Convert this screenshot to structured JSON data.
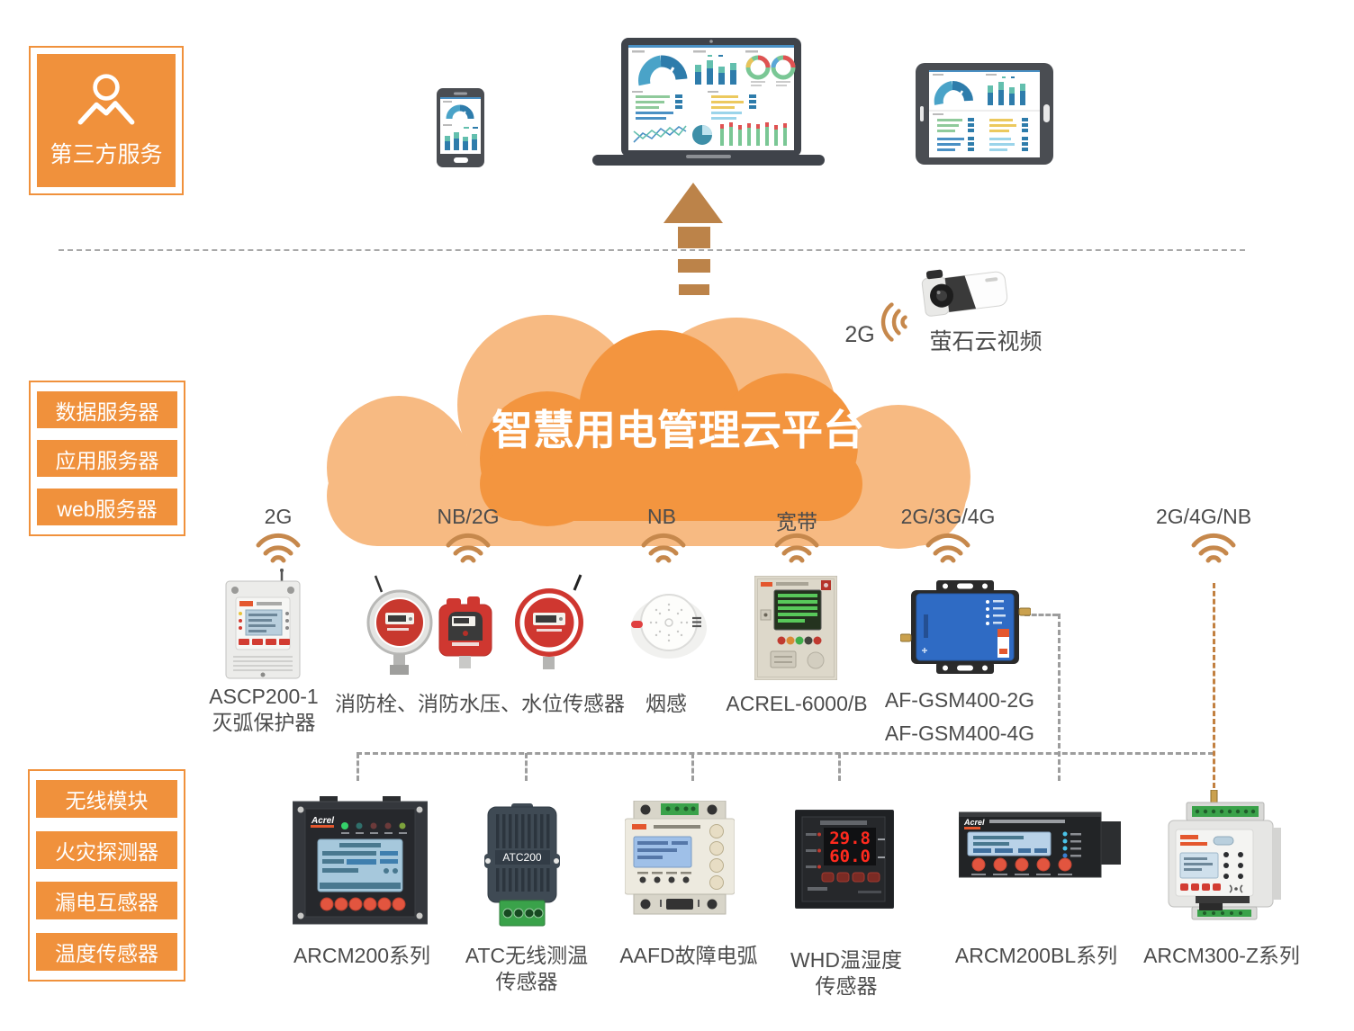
{
  "colors": {
    "accent": "#f0913c",
    "cloud_light": "#f7ba82",
    "cloud_dark": "#f3953f",
    "arrow_tan": "#bc8349",
    "wifi_tan": "#c6884c",
    "dash_gray": "#9d9d9d",
    "dash_orange": "#c28040",
    "text": "#4c4c4c"
  },
  "third_party": {
    "label": "第三方服务"
  },
  "servers": {
    "items": [
      "数据服务器",
      "应用服务器",
      "web服务器"
    ]
  },
  "cloud": {
    "title": "智慧用电管理云平台"
  },
  "camera": {
    "signal": "2G",
    "label": "萤石云视频"
  },
  "uplink_columns": [
    {
      "signal": "2G",
      "labels": [
        "ASCP200-1",
        "灭弧保护器"
      ]
    },
    {
      "signal": "NB/2G",
      "labels": [
        "消防栓、消防水压、水位传感器"
      ]
    },
    {
      "signal": "NB",
      "labels": [
        "烟感"
      ]
    },
    {
      "signal": "宽带",
      "labels": [
        "ACREL-6000/B"
      ]
    },
    {
      "signal": "2G/3G/4G",
      "labels": [
        "AF-GSM400-2G",
        "AF-GSM400-4G"
      ]
    },
    {
      "signal": "2G/4G/NB",
      "labels": []
    }
  ],
  "device_groups": {
    "items": [
      "无线模块",
      "火灾探测器",
      "漏电互感器",
      "温度传感器"
    ]
  },
  "field_devices": [
    {
      "labels": [
        "ARCM200系列"
      ]
    },
    {
      "labels": [
        "ATC无线测温",
        "传感器"
      ]
    },
    {
      "labels": [
        "AAFD故障电弧"
      ]
    },
    {
      "labels": [
        "WHD温湿度",
        "传感器"
      ]
    },
    {
      "labels": [
        "ARCM200BL系列"
      ]
    },
    {
      "labels": [
        "ARCM300-Z系列"
      ]
    }
  ],
  "device_screen": {
    "atc_model": "ATC200",
    "whd_temperature": "29.8",
    "whd_humidity": "60.0",
    "brand": "Acrel"
  }
}
